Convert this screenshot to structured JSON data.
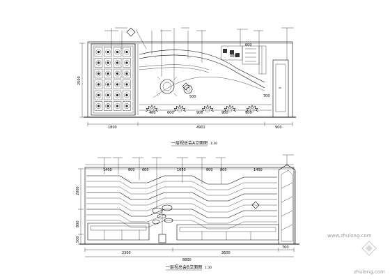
{
  "top_elevation": {
    "title": "一层视总会A立面图",
    "scale": "1:30",
    "dims_bottom": [
      "1800",
      "4901",
      "900"
    ],
    "dims_mid": [
      "400",
      "600",
      "900",
      "900",
      "900"
    ],
    "dims_left": [
      "2500"
    ],
    "dim_right": "700",
    "dim_upper": [
      "400",
      "600",
      "500"
    ]
  },
  "bottom_elevation": {
    "title": "一层视总会B立面图",
    "scale": "1:30",
    "dims_top": [
      "1400",
      "800",
      "600",
      "1650",
      "800",
      "800",
      "1400"
    ],
    "dims_bottom": [
      "2300",
      "3600"
    ],
    "dims_total": "8800",
    "dims_left": [
      "2000",
      "800",
      "500"
    ],
    "dim_right": "700"
  },
  "watermark": {
    "site": "zhulong.com",
    "domain": "www.zhulong.com"
  }
}
